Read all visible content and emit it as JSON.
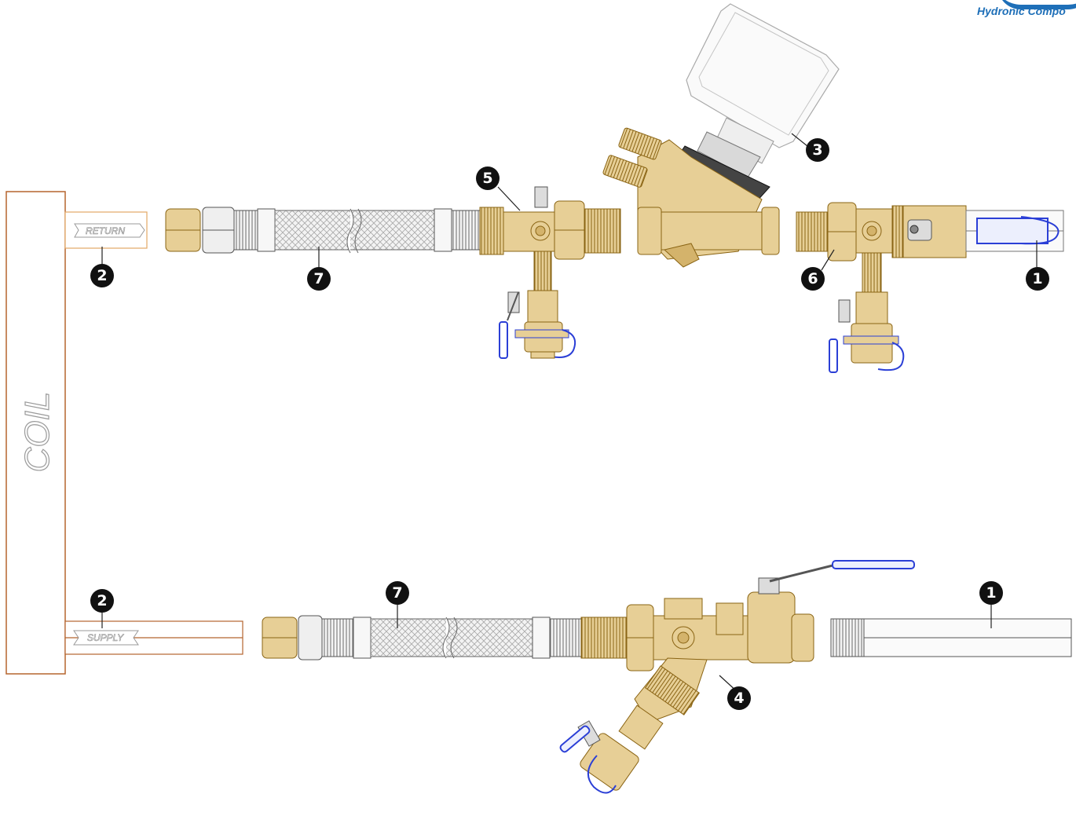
{
  "brand": {
    "text": "Hydronic Compo"
  },
  "coil": {
    "label": "COIL"
  },
  "pipes": {
    "return_label": "RETURN",
    "supply_label": "SUPPLY"
  },
  "callouts": [
    "1",
    "2",
    "3",
    "4",
    "5",
    "6",
    "7"
  ],
  "colors": {
    "brass": "#e7cf96",
    "brass_dark": "#8a6414",
    "coil_outline": "#b5652e",
    "handle_blue": "#2b3fd6",
    "hose": "#c9c9c9",
    "callout": "#111111"
  }
}
